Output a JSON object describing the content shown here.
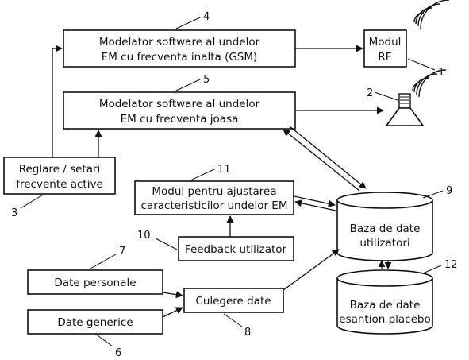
{
  "boxes": {
    "b4": [
      "Modelator software al undelor",
      "EM cu frecventa inalta (GSM)"
    ],
    "b5": [
      "Modelator software al undelor",
      "EM cu frecventa joasa"
    ],
    "b1": [
      "Modul",
      "RF"
    ],
    "b3": [
      "Reglare / setari",
      "frecvente active"
    ],
    "b11": [
      "Modul pentru ajustarea",
      "caracteristicilor undelor EM"
    ],
    "b9": [
      "Baza de date",
      "utilizatori"
    ],
    "b10": "Feedback utilizator",
    "b7": "Date personale",
    "b6": "Date generice",
    "b8": "Culegere date",
    "b12": [
      "Baza de date",
      "esantion placebo"
    ]
  },
  "numbers": {
    "n1": "1",
    "n2": "2",
    "n3": "3",
    "n4": "4",
    "n5": "5",
    "n6": "6",
    "n7": "7",
    "n8": "8",
    "n9": "9",
    "n10": "10",
    "n11": "11",
    "n12": "12"
  },
  "icons": {
    "rf_waves": "radio-waves-icon",
    "speaker": "speaker-icon",
    "speaker_waves": "sound-waves-icon"
  }
}
